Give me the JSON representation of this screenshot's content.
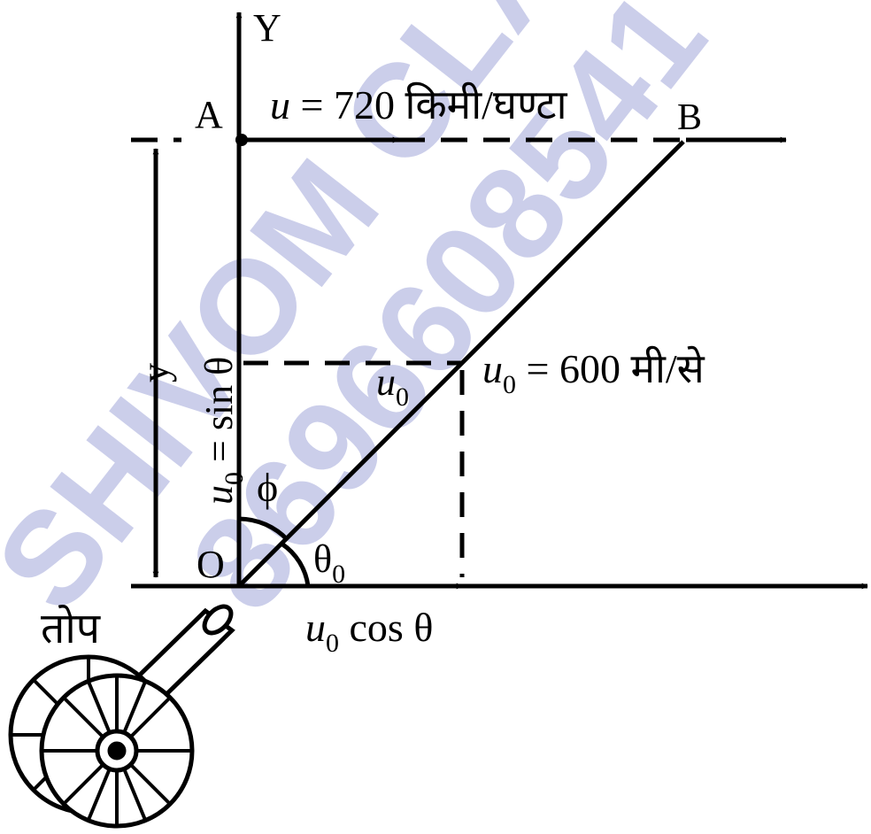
{
  "labels": {
    "y_axis": "Y",
    "point_a": "A",
    "point_b": "B",
    "point_o": "O",
    "velocity_u_var": "u",
    "velocity_u_rest": " = 720 किमी/घण्टा",
    "u0_var": "u",
    "u0_sub": "0",
    "u0_value_rest": " = 600 मी/से",
    "u0_line_var": "u",
    "u0_line_sub": "0",
    "y_label": "y",
    "vertical_comp_var": "u",
    "vertical_comp_sub": "0",
    "vertical_comp_rest": " = sin θ",
    "horizontal_comp_var": "u",
    "horizontal_comp_sub": "0",
    "horizontal_comp_rest": "  cos θ",
    "phi": "ϕ",
    "theta0": "θ",
    "theta0_sub": "0",
    "cannon": "तोप"
  },
  "watermark": {
    "line1": "SHIVOM CLASSES",
    "line2": "8696608541",
    "color": "#b9bde3"
  },
  "colors": {
    "ink": "#000000",
    "background": "#ffffff"
  }
}
